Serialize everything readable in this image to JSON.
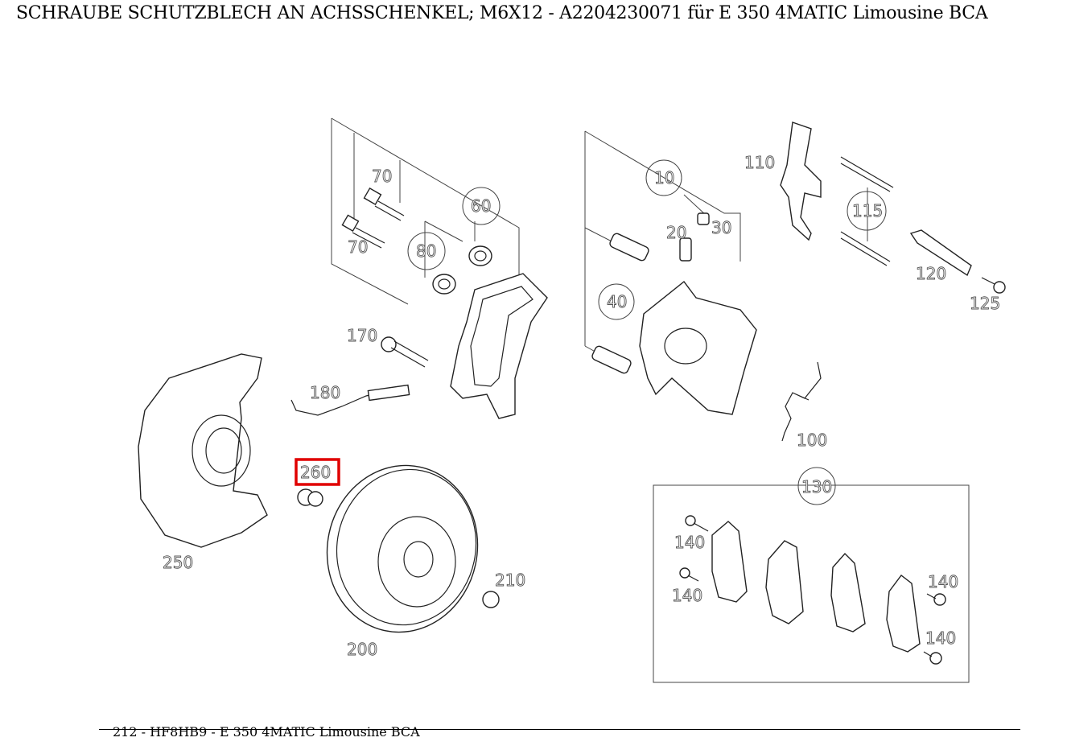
{
  "title": "SCHRAUBE SCHUTZBLECH AN ACHSSCHENKEL; M6X12 - A2204230071 für E 350 4MATIC Limousine BCA",
  "footer": "212 - HF8HB9 - E 350 4MATIC Limousine BCA",
  "highlight_color": "#e00000",
  "highlighted_part": "260",
  "callouts": {
    "p10": "10",
    "p20": "20",
    "p30": "30",
    "p40": "40",
    "p60": "60",
    "p70a": "70",
    "p70b": "70",
    "p80": "80",
    "p100": "100",
    "p110": "110",
    "p115": "115",
    "p120": "120",
    "p125": "125",
    "p130": "130",
    "p140a": "140",
    "p140b": "140",
    "p140c": "140",
    "p140d": "140",
    "p170": "170",
    "p180": "180",
    "p200": "200",
    "p210": "210",
    "p250": "250",
    "p260": "260"
  }
}
